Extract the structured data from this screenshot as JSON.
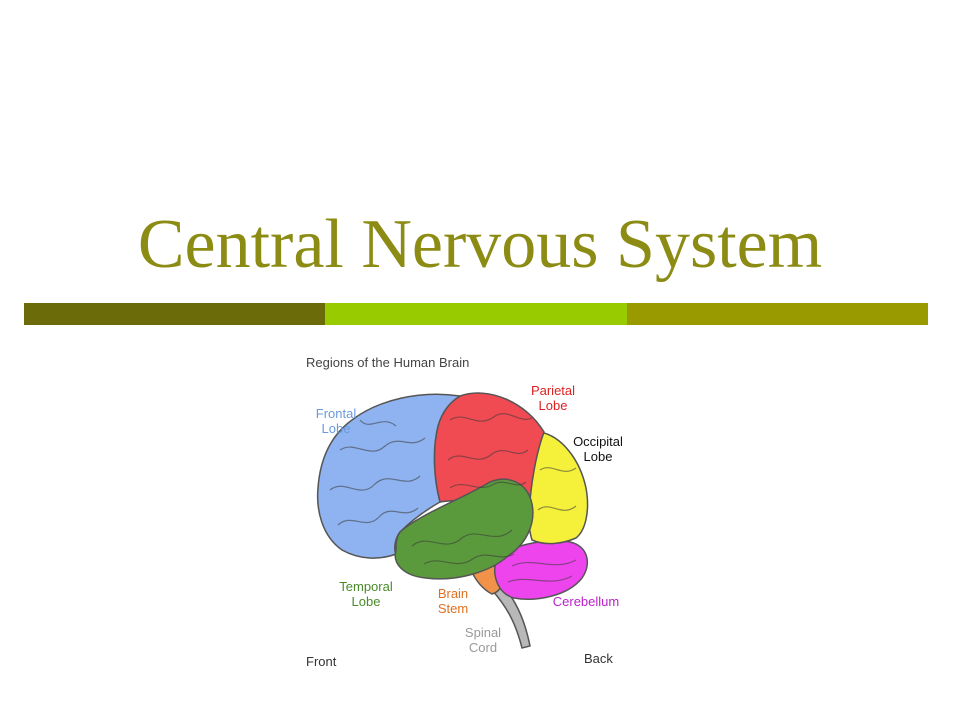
{
  "slide": {
    "title": "Central Nervous System",
    "title_color": "#8c8c14",
    "bar_colors": [
      "#6b6b0a",
      "#99cc00",
      "#999900"
    ]
  },
  "diagram": {
    "heading": "Regions of the Human Brain",
    "labels": {
      "frontal": "Frontal\nLobe",
      "parietal": "Parietal\nLobe",
      "occipital": "Occipital\nLobe",
      "temporal": "Temporal\nLobe",
      "brain_stem": "Brain\nStem",
      "cerebellum": "Cerebellum",
      "spinal_cord": "Spinal\nCord",
      "front": "Front",
      "back": "Back"
    },
    "colors": {
      "frontal": "#8fb3f0",
      "parietal": "#f04a52",
      "occipital": "#f5f03a",
      "temporal": "#5a9a3c",
      "brain_stem": "#f0924a",
      "cerebellum": "#ee44ee",
      "spinal_cord": "#b8b8b8"
    },
    "label_colors": {
      "frontal": "#6a9ae0",
      "parietal": "#dd2222",
      "occipital": "#111111",
      "temporal": "#4a8a2a",
      "brain_stem": "#e07020",
      "cerebellum": "#bb22cc",
      "spinal_cord": "#999999",
      "heading": "#444444",
      "front": "#333333",
      "back": "#333333"
    }
  }
}
